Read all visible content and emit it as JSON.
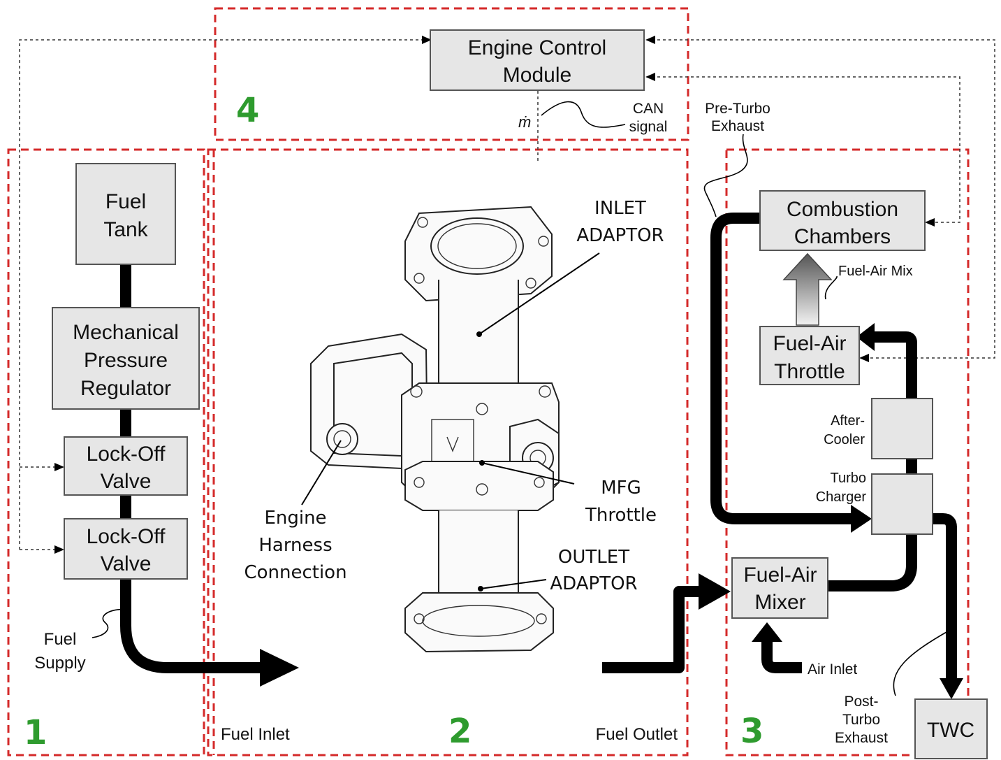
{
  "zones": {
    "z1": "1",
    "z2": "2",
    "z3": "3",
    "z4": "4"
  },
  "components": {
    "fuel_tank": [
      "Fuel",
      "Tank"
    ],
    "pressure_regulator": [
      "Mechanical",
      "Pressure",
      "Regulator"
    ],
    "lock_off_valve_1": [
      "Lock-Off",
      "Valve"
    ],
    "lock_off_valve_2": [
      "Lock-Off",
      "Valve"
    ],
    "ecm": [
      "Engine Control",
      "Module"
    ],
    "combustion_chambers": [
      "Combustion",
      "Chambers"
    ],
    "fuel_air_throttle": [
      "Fuel-Air",
      "Throttle"
    ],
    "after_cooler": [
      "After-",
      "Cooler"
    ],
    "turbo_charger": [
      "Turbo",
      "Charger"
    ],
    "fuel_air_mixer": [
      "Fuel-Air",
      "Mixer"
    ],
    "twc": "TWC"
  },
  "labels": {
    "fuel_supply": [
      "Fuel",
      "Supply"
    ],
    "fuel_inlet": "Fuel Inlet",
    "fuel_outlet": "Fuel Outlet",
    "inlet_adaptor": [
      "INLET",
      "ADAPTOR"
    ],
    "outlet_adaptor": [
      "OUTLET",
      "ADAPTOR"
    ],
    "mfg_throttle": [
      "MFG",
      "Throttle"
    ],
    "engine_harness": [
      "Engine",
      "Harness",
      "Connection"
    ],
    "m_dot": "ṁ",
    "can_signal": [
      "CAN",
      "signal"
    ],
    "pre_turbo_exhaust": [
      "Pre-Turbo",
      "Exhaust"
    ],
    "fuel_air_mix": "Fuel-Air Mix",
    "air_inlet": "Air Inlet",
    "post_turbo_exhaust": [
      "Post-",
      "Turbo",
      "Exhaust"
    ]
  },
  "colors": {
    "zone_border": "#d42a2a",
    "zone_number": "#2e9b2e",
    "box_fill": "#e6e6e6"
  }
}
